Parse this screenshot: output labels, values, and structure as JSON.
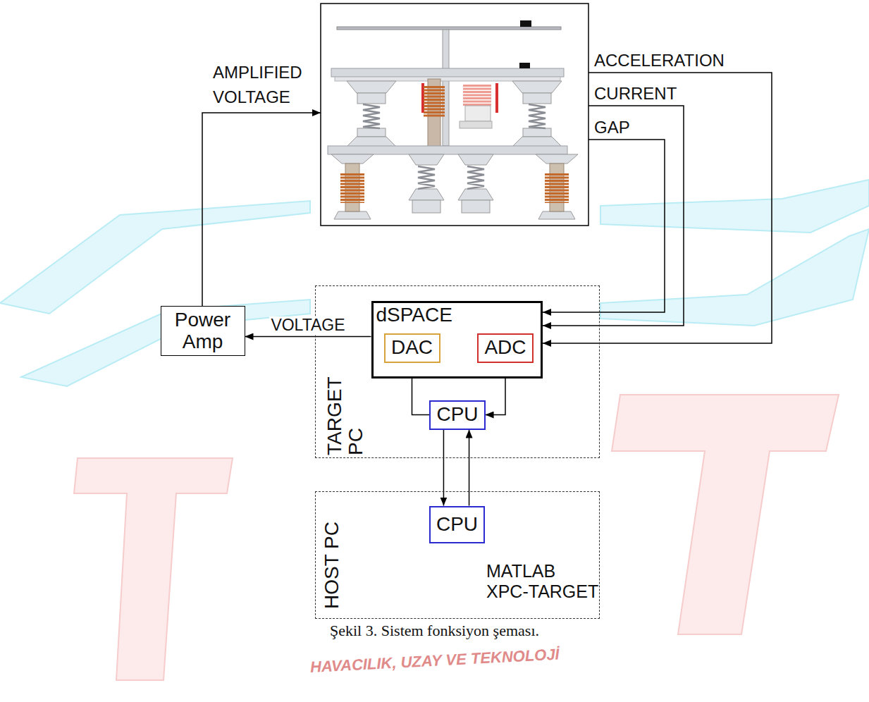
{
  "diagram": {
    "caption": "Şekil 3. Sistem fonksiyon şeması.",
    "nodes": [
      {
        "text": [
          "Power Amp"
        ]
      },
      {
        "text": [
          "TARGET PC"
        ]
      },
      {
        "text": [
          "dSPACE"
        ],
        "in": 1
      },
      {
        "text": [
          "DAC"
        ],
        "in": 2
      },
      {
        "text": [
          "ADC"
        ],
        "in": 2
      },
      {
        "text": [
          "CPU"
        ],
        "in": 1
      },
      {
        "text": [
          "HOST PC",
          "MATLAB XPC-TARGET"
        ]
      },
      {
        "text": [
          "CPU"
        ],
        "in": 6
      }
    ],
    "edges": [
      {
        "from": 2,
        "to": 0,
        "arrow": "to",
        "label": "VOLTAGE"
      },
      {
        "from": 4,
        "to": 5,
        "arrow": "to"
      },
      {
        "from": 5,
        "to": 3,
        "arrow": "to"
      },
      {
        "from": 5,
        "to": 7,
        "arrow": "to"
      },
      {
        "from": 7,
        "to": 5,
        "arrow": "to"
      }
    ],
    "labels": [
      "AMPLIFIED VOLTAGE",
      "ACCELERATION",
      "CURRENT",
      "GAP",
      "HAVACILIK, UZAY VE TEKNOLOJİ"
    ]
  }
}
